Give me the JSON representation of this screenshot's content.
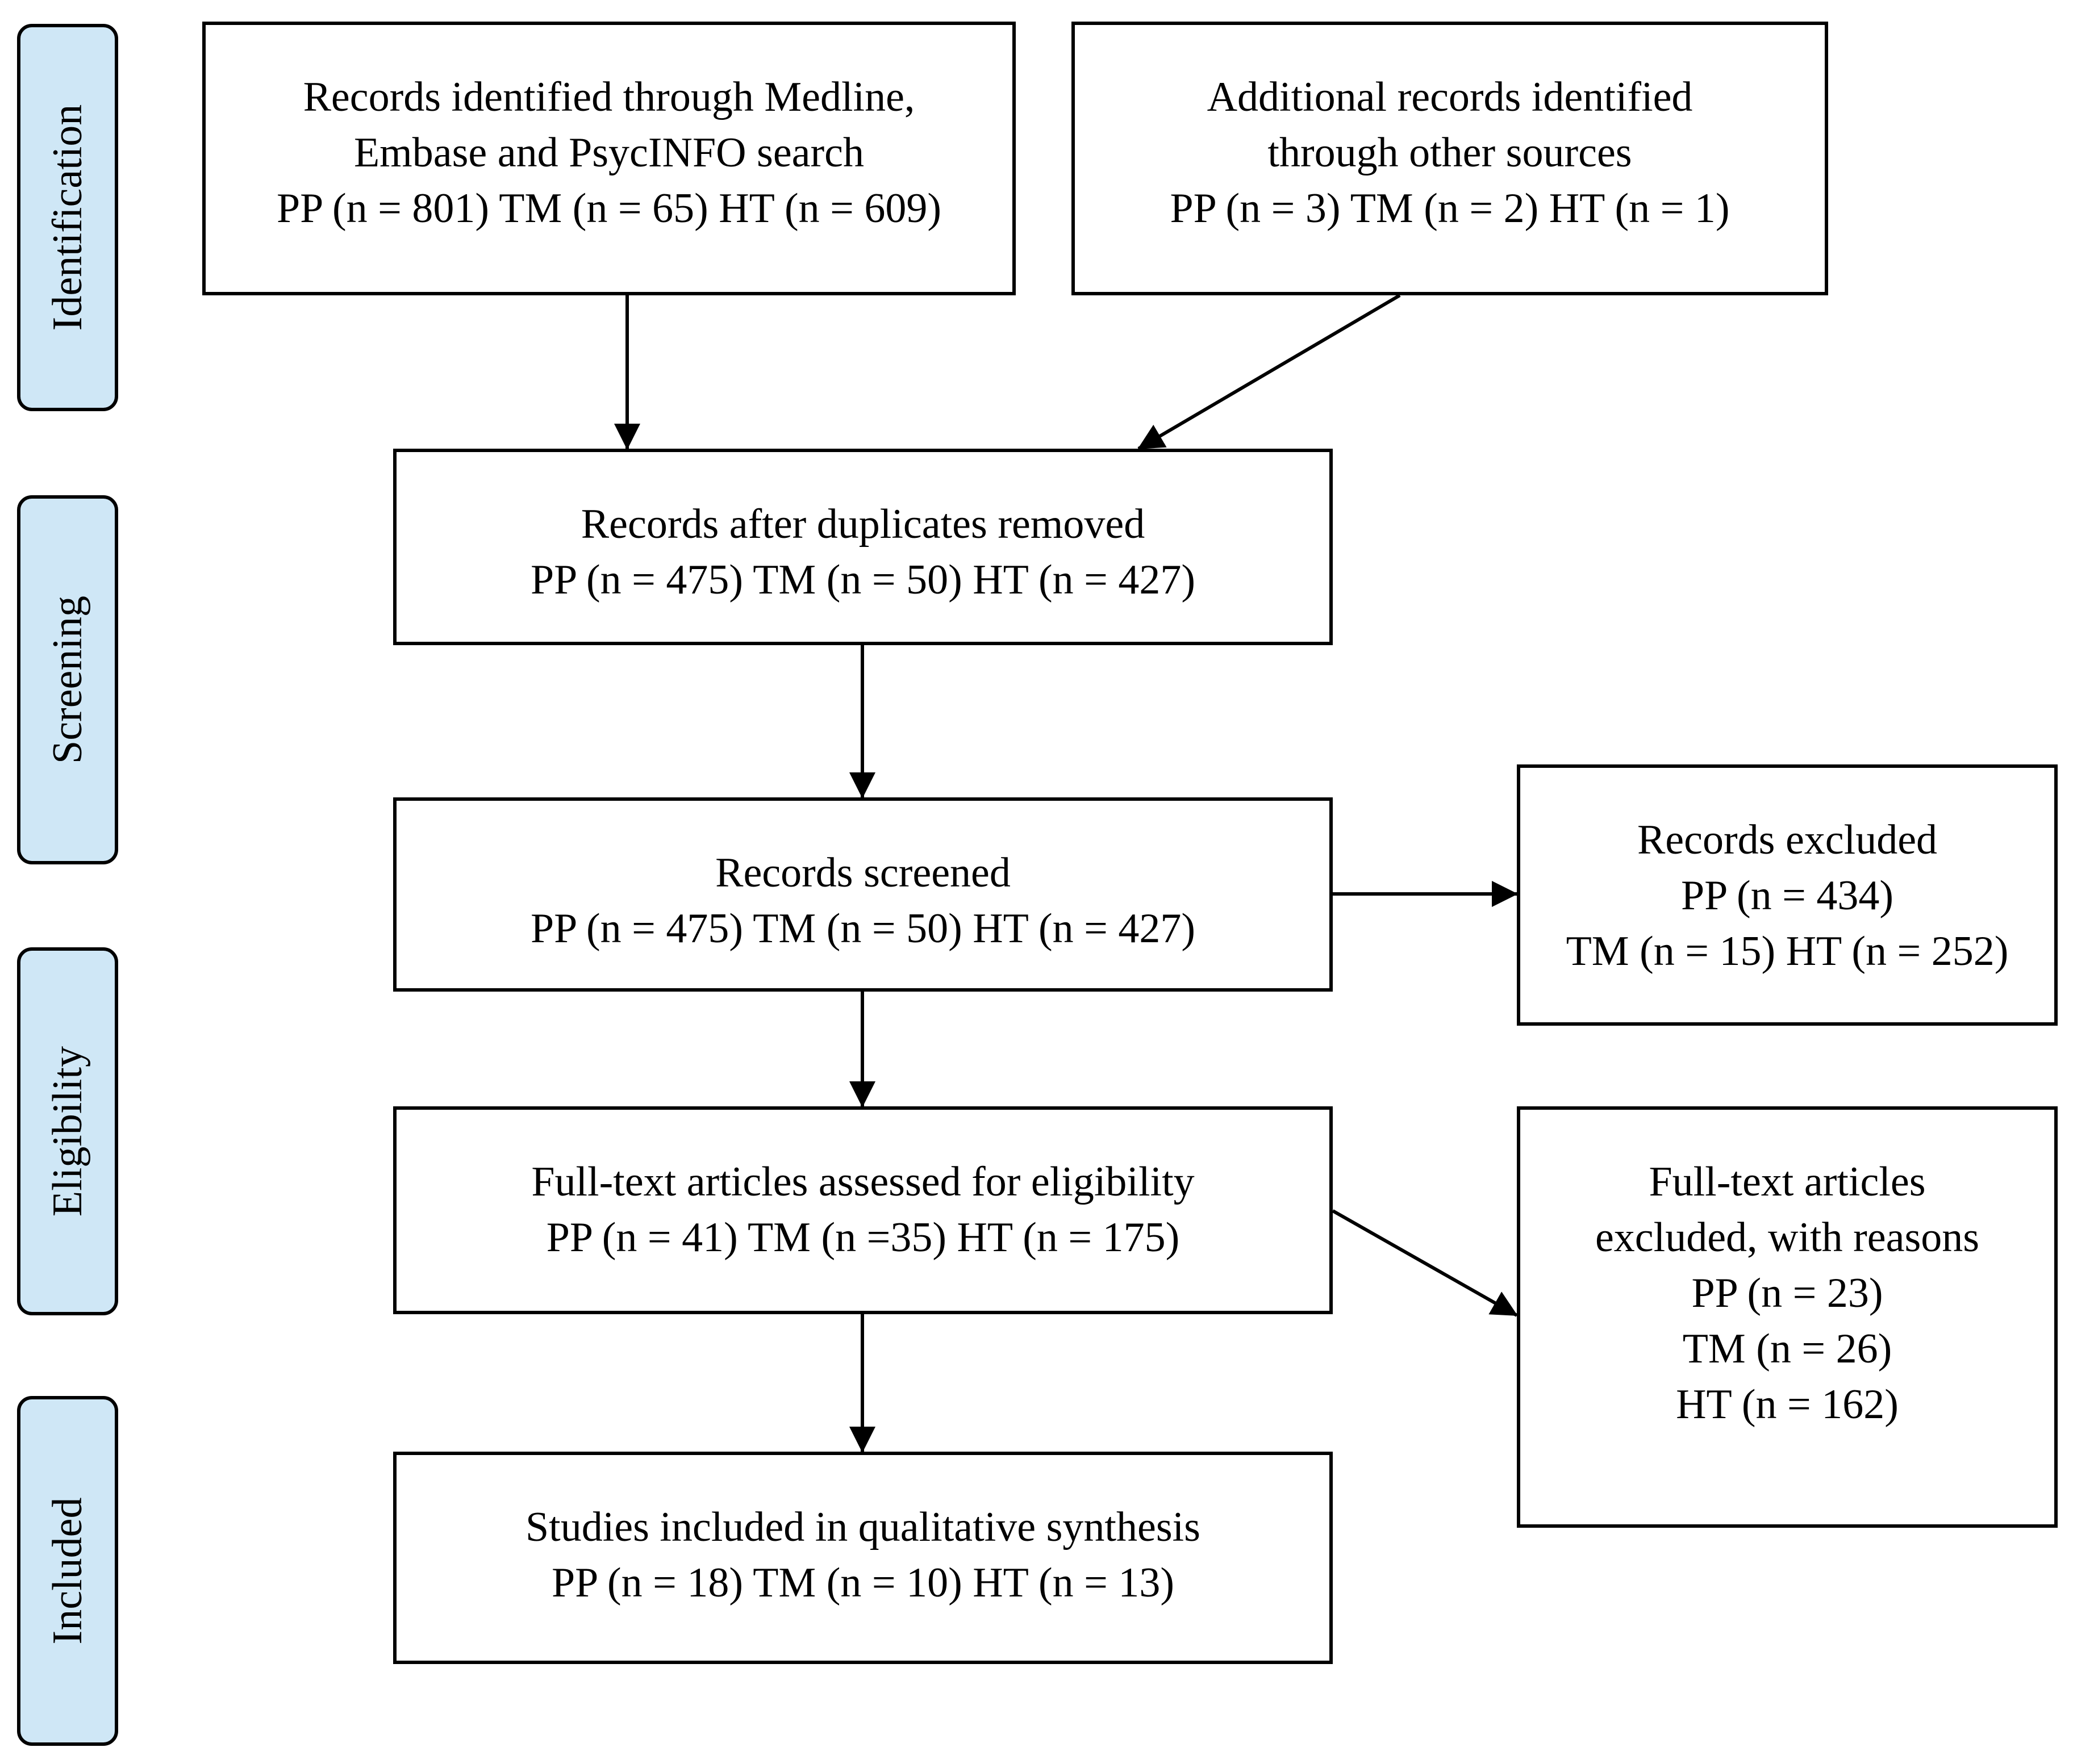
{
  "stages": {
    "identification": "Identification",
    "screening": "Screening",
    "eligibility": "Eligibility",
    "included": "Included"
  },
  "boxes": {
    "db_search": {
      "line1": "Records identified through Medline,",
      "line2": "Embase and PsycINFO search",
      "line3": "PP (n = 801) TM (n = 65) HT (n = 609)"
    },
    "other_sources": {
      "line1": "Additional records identified",
      "line2": "through other sources",
      "line3": "PP (n = 3) TM (n = 2) HT (n = 1)"
    },
    "duplicates_removed": {
      "line1": "Records after duplicates removed",
      "line2": "PP (n = 475) TM (n = 50) HT (n = 427)"
    },
    "screened": {
      "line1": "Records screened",
      "line2": "PP (n = 475) TM (n = 50) HT (n = 427)"
    },
    "excluded": {
      "line1": "Records excluded",
      "line2": "PP (n = 434)",
      "line3": "TM (n = 15) HT (n = 252)"
    },
    "fulltext": {
      "line1": "Full-text articles assessed for eligibility",
      "line2": "PP (n = 41) TM (n =35) HT (n = 175)"
    },
    "fulltext_excluded": {
      "line1": "Full-text articles",
      "line2": "excluded, with reasons",
      "line3": "PP (n = 23)",
      "line4": "TM (n = 26)",
      "line5": "HT (n = 162)"
    },
    "included": {
      "line1": "Studies included in qualitative synthesis",
      "line2": "PP (n = 18) TM (n = 10) HT (n = 13)"
    }
  }
}
